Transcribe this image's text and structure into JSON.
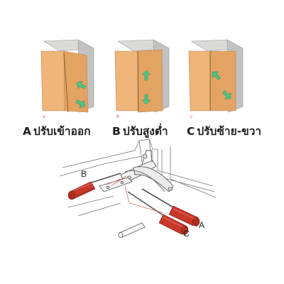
{
  "panels": [
    {
      "small": "a",
      "letter": "A",
      "thai": "ปรับเข้าออก"
    },
    {
      "small": "b",
      "letter": "B",
      "thai": "ปรับสูงต่ำ"
    },
    {
      "small": "c",
      "letter": "C",
      "thai": "ปรับซ้าย-ขวา"
    }
  ],
  "pointers": {
    "b": "B",
    "a": "A",
    "c": "C"
  },
  "colors": {
    "door": "#efb579",
    "door_shade": "#e2a363",
    "cabinet_top": "#dadad9",
    "cabinet_side": "#c2c2c1",
    "arrow": "#4ec385",
    "screwdriver_handle": "#c8382a",
    "line": "#666666"
  }
}
